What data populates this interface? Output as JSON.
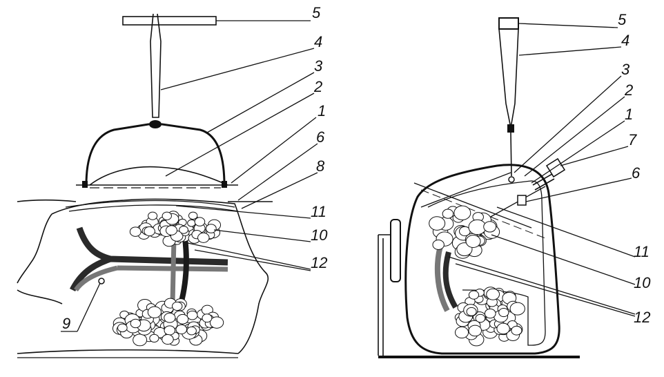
{
  "figure_left": {
    "labels": [
      "5",
      "4",
      "3",
      "2",
      "1",
      "6",
      "8",
      "11",
      "10",
      "12",
      "9"
    ]
  },
  "figure_right": {
    "labels": [
      "5",
      "4",
      "3",
      "2",
      "1",
      "7",
      "6",
      "11",
      "10",
      "12"
    ]
  },
  "colors": {
    "ink": "#111111",
    "vessel_dark": "#2a2a2a",
    "vessel_gray": "#777777"
  }
}
